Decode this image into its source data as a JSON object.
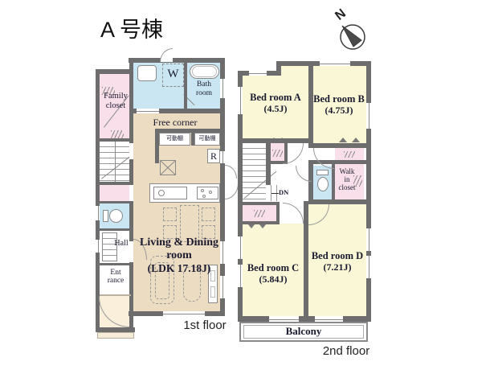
{
  "title": "A 号棟",
  "compass": {
    "north": "N"
  },
  "floor1": {
    "label": "1st floor",
    "family_closet": "Family closet",
    "washer": "W",
    "bath": "Bath room",
    "free_corner": "Free corner",
    "shelf": "可動棚",
    "fridge": "R",
    "hall": "Hall",
    "entrance_l1": "Ent",
    "entrance_l2": "rance",
    "living_l1": "Living & Dining",
    "living_l2": "room",
    "living_l3": "(LDK 17.18J)"
  },
  "floor2": {
    "label": "2nd floor",
    "bedA": "Bed room A",
    "bedA_size": "(4.5J)",
    "bedB": "Bed room B",
    "bedB_size": "(4.75J)",
    "bedC": "Bed room C",
    "bedC_size": "(5.84J)",
    "bedD": "Bed room D",
    "bedD_size": "(7.21J)",
    "wic_l1": "Walk",
    "wic_l2": "in",
    "wic_l3": "closet",
    "down": "DN",
    "balcony": "Balcony"
  },
  "colors": {
    "wall": "#6d6d6d",
    "ldk_tan": "#ecdcc2",
    "bedroom_yellow": "#faf7d6",
    "closet_pink": "#f8dfe9",
    "water_blue": "#c9e6f2",
    "porch_cream": "#f9efdb",
    "label_text": "#1a1a30"
  }
}
